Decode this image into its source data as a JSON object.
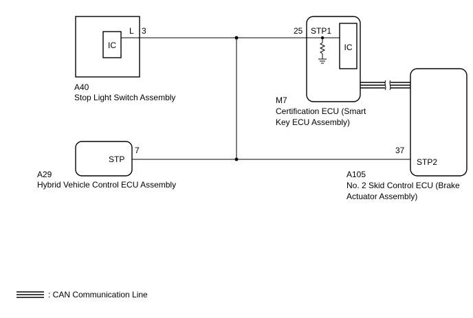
{
  "components": {
    "a40": {
      "code": "A40",
      "name": "Stop Light Switch Assembly",
      "ic_label": "IC",
      "pin_label": "L",
      "pin_number": "3"
    },
    "m7": {
      "code": "M7",
      "name_line1": "Certification ECU (Smart",
      "name_line2": "Key ECU Assembly)",
      "ic_label": "IC",
      "pin_label": "STP1",
      "pin_number": "25"
    },
    "a29": {
      "code": "A29",
      "name": "Hybrid Vehicle Control ECU Assembly",
      "pin_label": "STP",
      "pin_number": "7"
    },
    "a105": {
      "code": "A105",
      "name_line1": "No. 2 Skid Control ECU (Brake",
      "name_line2": "Actuator Assembly)",
      "pin_label": "STP2",
      "pin_number": "37"
    }
  },
  "legend": {
    "can_line_label": ": CAN Communication Line"
  }
}
